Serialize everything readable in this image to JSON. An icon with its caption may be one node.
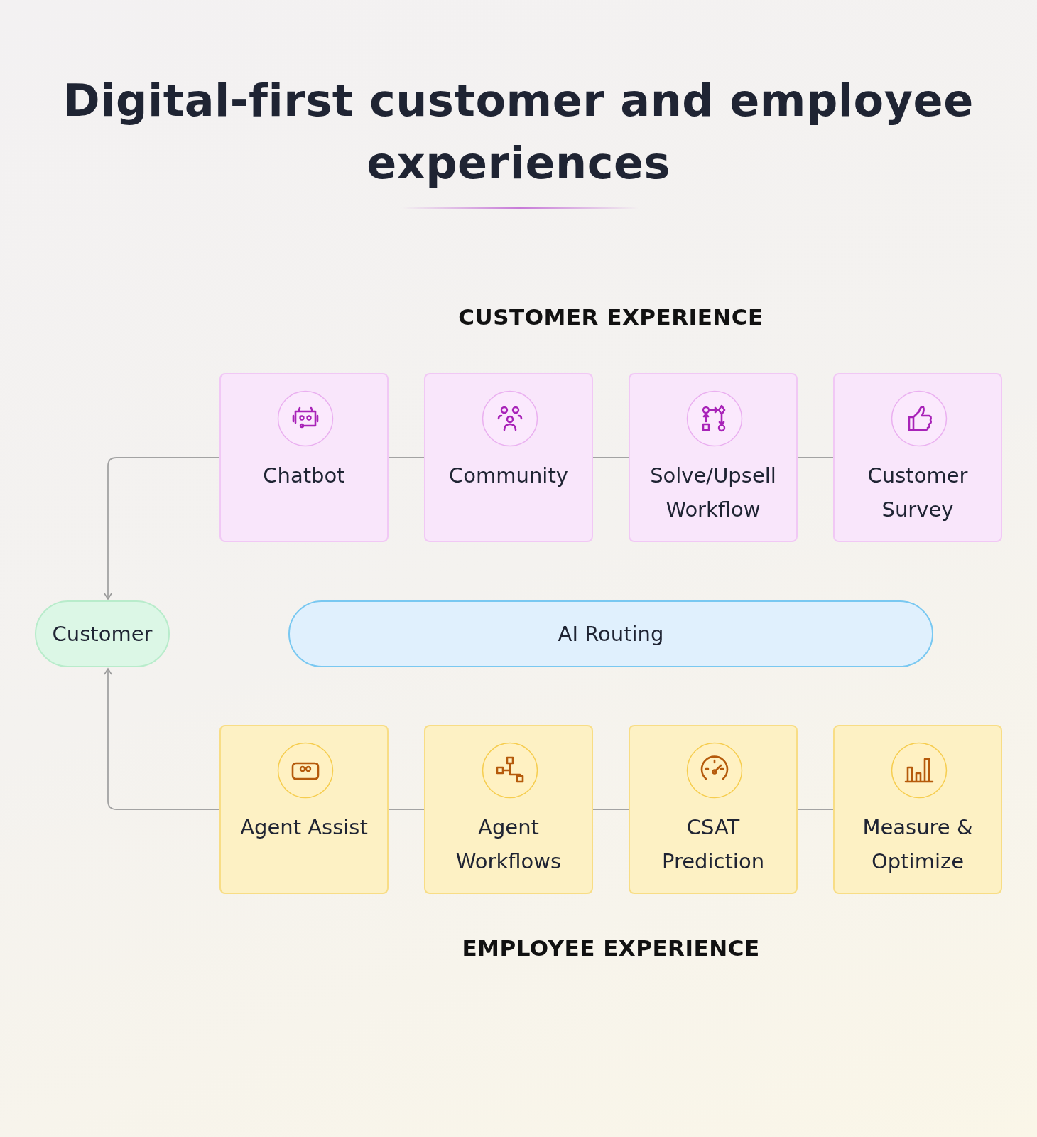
{
  "diagram": {
    "title": "Digital-first customer and employee experiences",
    "nodes": [
      {
        "text": [
          "Chatbot"
        ]
      },
      {
        "text": [
          "Community"
        ]
      },
      {
        "text": [
          "Solve/Upsell Workflow"
        ]
      },
      {
        "text": [
          "Customer Survey"
        ]
      },
      {
        "text": [
          "Customer"
        ]
      },
      {
        "text": [
          "AI Routing"
        ]
      },
      {
        "text": [
          "Agent Assist"
        ]
      },
      {
        "text": [
          "Agent Workflows"
        ]
      },
      {
        "text": [
          "CSAT Prediction"
        ]
      },
      {
        "text": [
          "Measure & Optimize"
        ]
      }
    ],
    "edges": [
      {
        "from": 0,
        "to": 4,
        "arrow": "to"
      },
      {
        "from": 0,
        "to": 1,
        "arrow": "none"
      },
      {
        "from": 1,
        "to": 2,
        "arrow": "none"
      },
      {
        "from": 2,
        "to": 3,
        "arrow": "none"
      },
      {
        "from": 6,
        "to": 4,
        "arrow": "to"
      },
      {
        "from": 6,
        "to": 7,
        "arrow": "none"
      },
      {
        "from": 7,
        "to": 8,
        "arrow": "none"
      },
      {
        "from": 8,
        "to": 9,
        "arrow": "none"
      }
    ],
    "labels": [
      "CUSTOMER EXPERIENCE",
      "EMPLOYEE EXPERIENCE"
    ]
  }
}
